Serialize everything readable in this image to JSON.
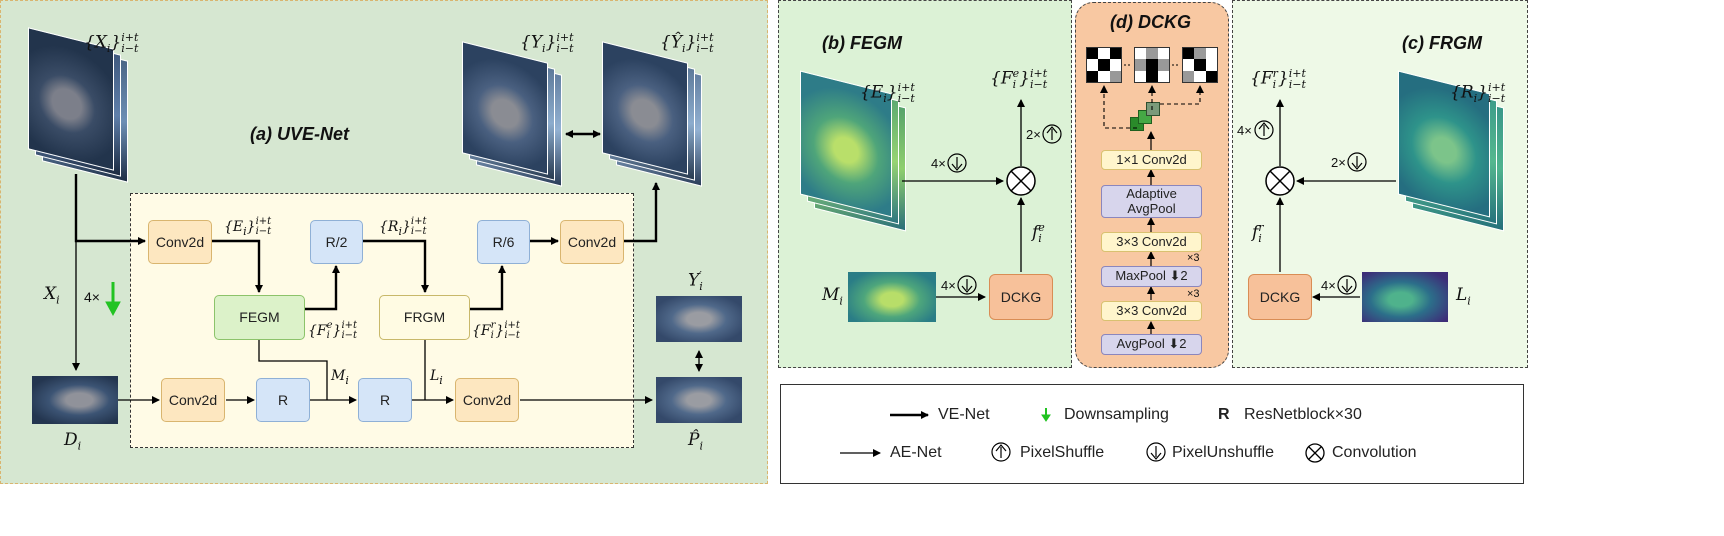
{
  "panels": {
    "uve": {
      "title": "(a) UVE-Net",
      "bg": "#d6e7d1"
    },
    "fegm": {
      "title": "(b) FEGM",
      "bg": "#dcf2d6"
    },
    "dckg": {
      "title": "(d) DCKG",
      "bg": "#f8c8a2"
    },
    "frgm": {
      "title": "(c) FRGM",
      "bg": "#eef9e7"
    }
  },
  "uve": {
    "x_seq": "{X",
    "y_seq": "{Y",
    "yhat_seq": "{Ŷ",
    "conv2d_top": "Conv2d",
    "r2": "R/2",
    "r6": "R/6",
    "conv2d_out": "Conv2d",
    "fegm": "FEGM",
    "frgm": "FRGM",
    "conv2d_bottom_1": "Conv2d",
    "r_1": "R",
    "r_2": "R",
    "conv2d_bottom_2": "Conv2d",
    "downsample_factor": "4×",
    "xi": "X",
    "di": "D",
    "mi": "M",
    "li": "L",
    "yprime": "Y",
    "phat": "P̂",
    "e_seq": "{E",
    "r_seq": "{R",
    "fe_seq": "{F",
    "fr_seq": "{F"
  },
  "fegm": {
    "e_seq": "{E",
    "fe_seq": "{F",
    "mi": "M",
    "fie": "f",
    "unshuffle_top": "4×",
    "unshuffle_bottom": "4×",
    "shuffle": "2×",
    "dckg": "DCKG"
  },
  "dckg": {
    "steps": [
      "1×1  Conv2d",
      "Adaptive AvgPool",
      "3×3  Conv2d",
      "MaxPool ⬇2",
      "3×3  Conv2d",
      "AvgPool ⬇2"
    ],
    "x3_a": "×3",
    "x3_b": "×3"
  },
  "frgm": {
    "r_seq": "{R",
    "fr_seq": "{F",
    "li": "L",
    "fir": "f",
    "shuffle": "4×",
    "unshuffle_top": "2×",
    "unshuffle_bottom": "4×",
    "dckg": "DCKG"
  },
  "legend": {
    "ve_net": "VE-Net",
    "downsampling": "Downsampling",
    "r_symbol": "R",
    "resnet": "ResNetblock×30",
    "ae_net": "AE-Net",
    "pixelshuffle": "PixelShuffle",
    "pixelunshuffle": "PixelUnshuffle",
    "convolution": "Convolution"
  },
  "scripts": {
    "sup_range": "i+t",
    "sub_range": "i−t",
    "sub_i": "i",
    "sup_e": "e",
    "sup_r": "r",
    "prime": "′"
  }
}
